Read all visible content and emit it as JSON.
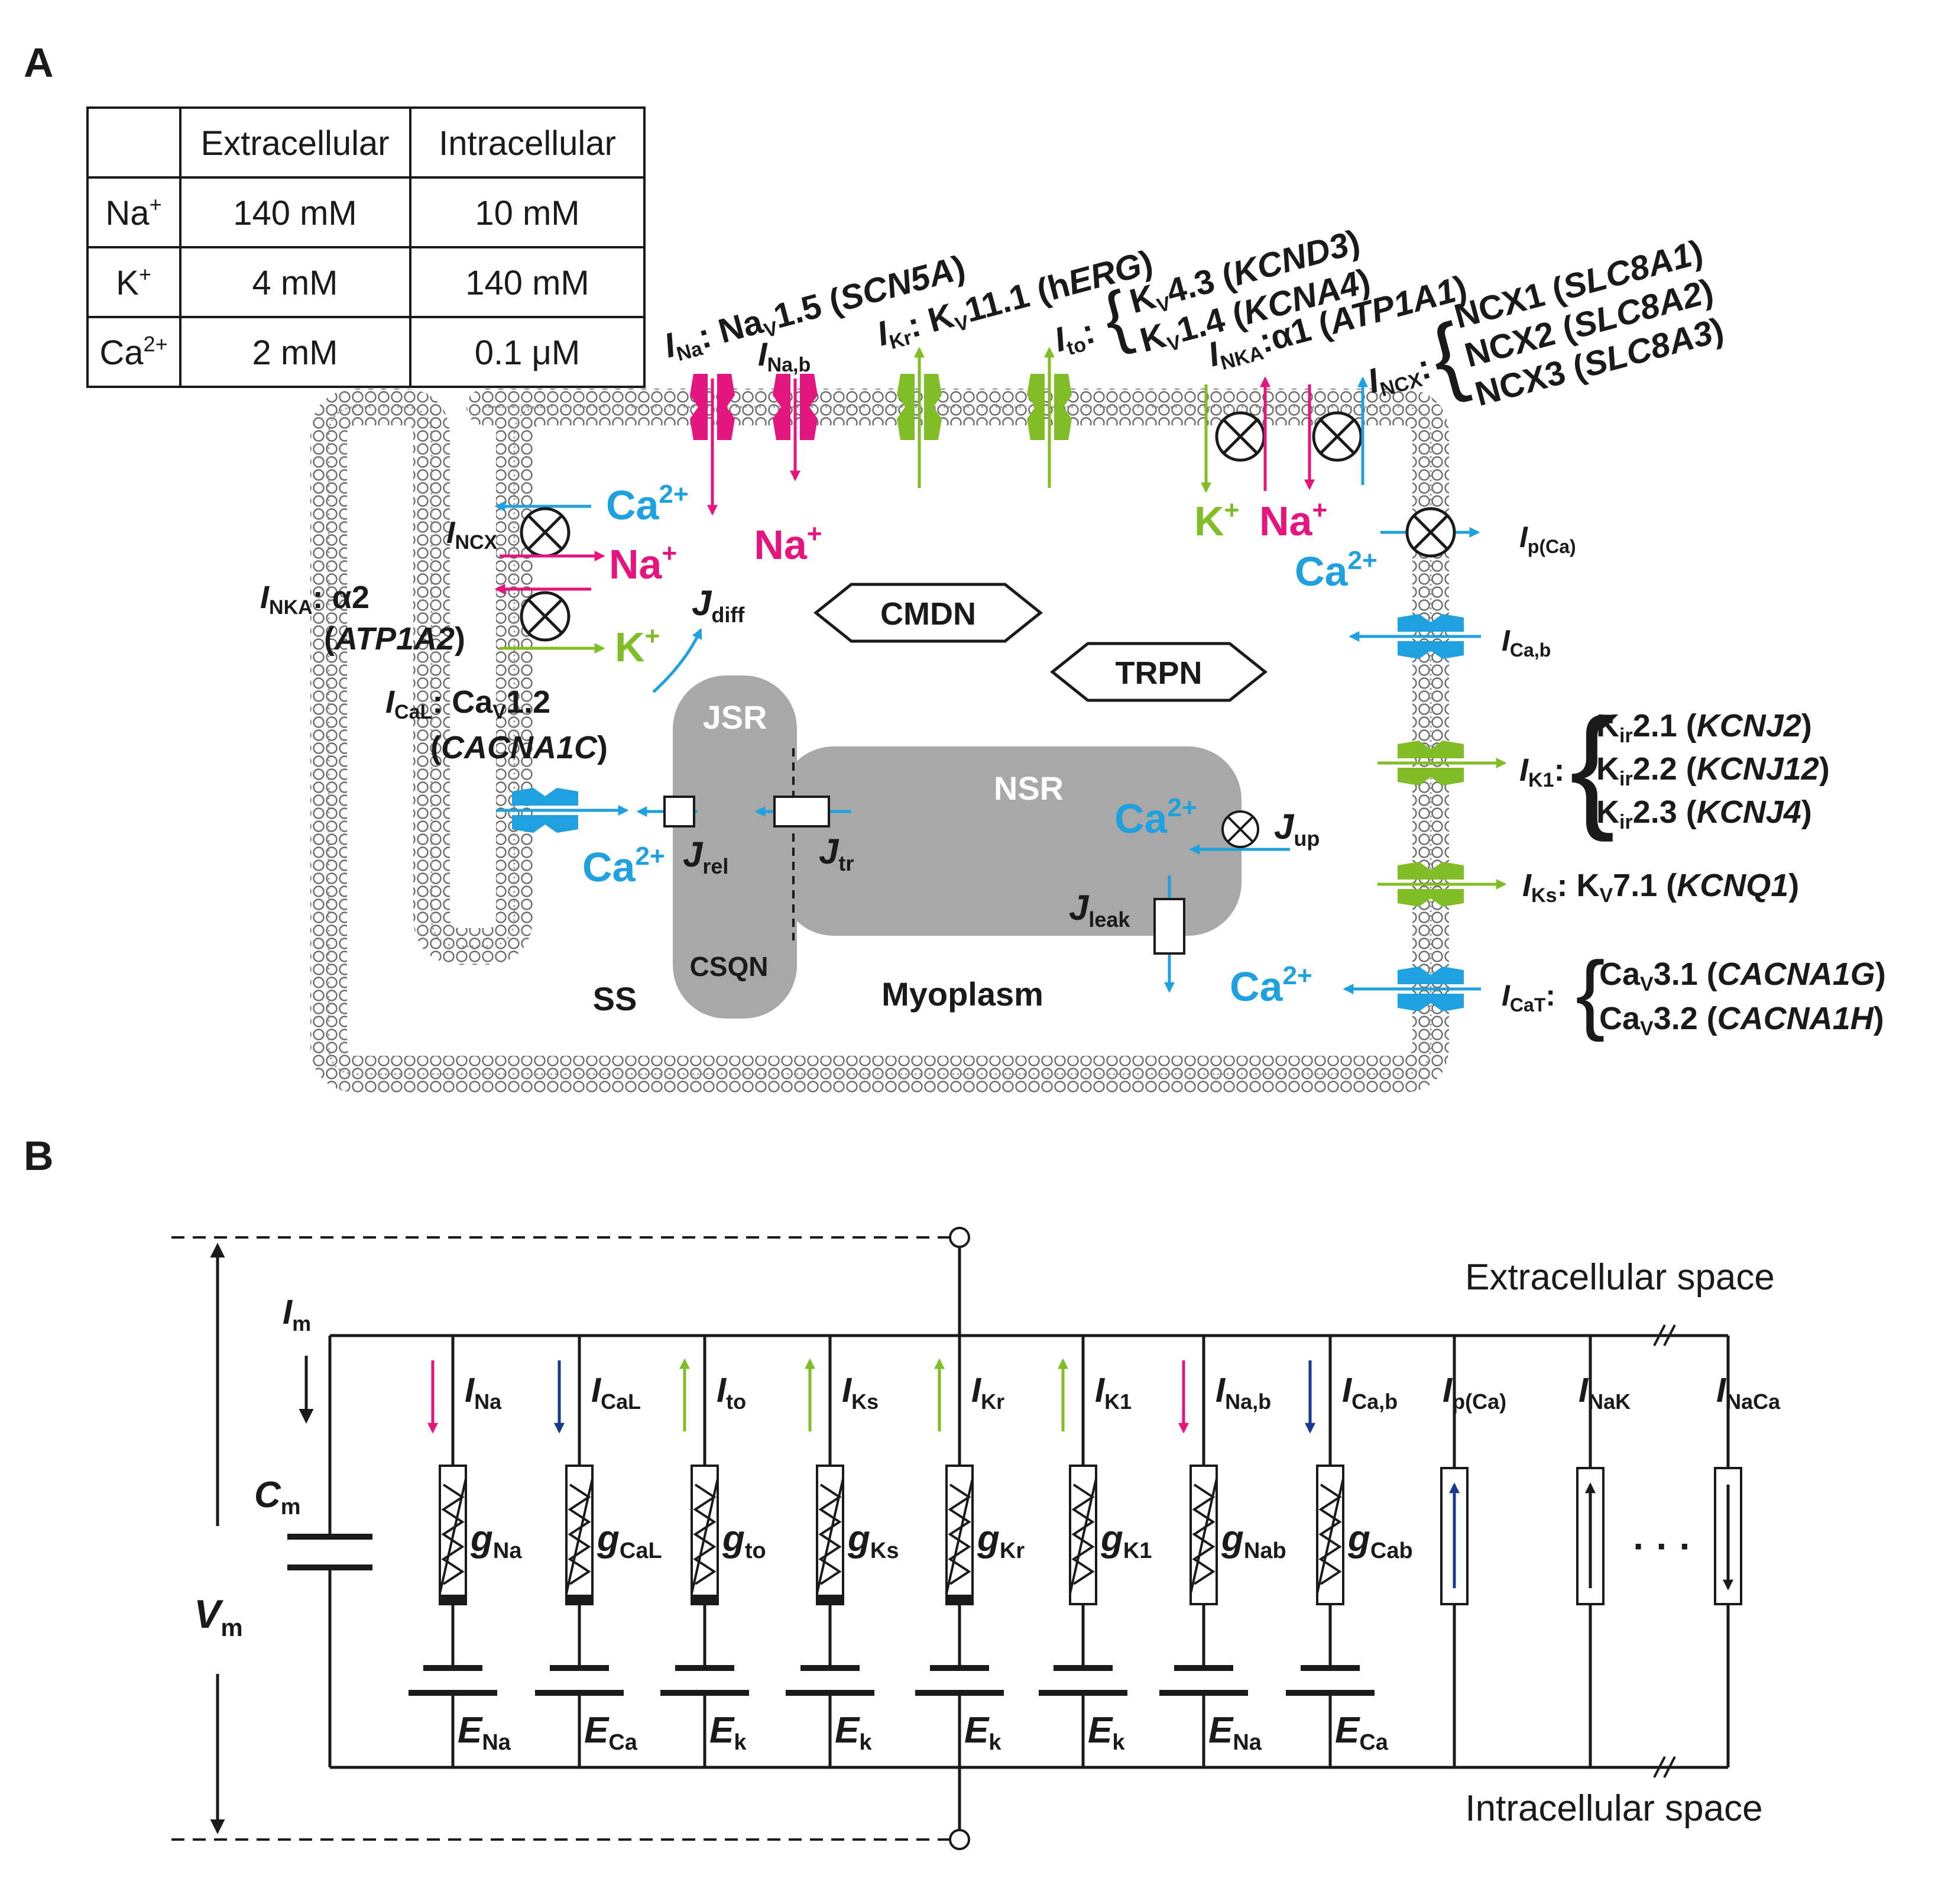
{
  "panels": {
    "a": "A",
    "b": "B"
  },
  "colors": {
    "na": "#e5157f",
    "ca": "#1fa1e0",
    "k": "#80bd26",
    "ca_dark": "#173a8f",
    "membrane": "#9a9a9a",
    "organelle": "#a8a8a8"
  },
  "table": {
    "headers": [
      "",
      "Extracellular",
      "Intracellular"
    ],
    "rows": [
      {
        "ion": "Na",
        "sup": "+",
        "ext": "140 mM",
        "int": "10 mM"
      },
      {
        "ion": "K",
        "sup": "+",
        "ext": "4 mM",
        "int": "140 mM"
      },
      {
        "ion": "Ca",
        "sup": "2+",
        "ext": "2 mM",
        "int": "0.1 μM"
      }
    ]
  },
  "labels": {
    "I": "I",
    "J": "J",
    "sep": ":",
    "comma": ",",
    "na_ion": "Na",
    "k_ion": "K",
    "ca_ion": "Ca",
    "plus": "+",
    "two_plus": "2+",
    "lbrace": "{",
    "cmdn": "CMDN",
    "trpn": "TRPN",
    "jsr": "JSR",
    "nsr": "NSR",
    "csqn": "CSQN",
    "ss": "SS",
    "myoplasm": "Myoplasm",
    "ina_sub": "Na",
    "ina_chan": ": Na",
    "ina_chan_sub": "V",
    "ina_num": "1.5 (",
    "ina_gene": "SCN5A",
    "close": ")",
    "inab_sub": "Na,b",
    "ikr_sub": "Kr",
    "ikr_chan": ": K",
    "ikr_chan_sub": "V",
    "ikr_num": "11.1 (h",
    "ikr_gene": "ERG",
    "ito_sub": "to",
    "kv43": "K",
    "kv_sub": "V",
    "kv43_num": "4.3 (",
    "kv43_gene": "KCND3",
    "kv14_num": "1.4 (",
    "kv14_gene": "KCNA4",
    "inka_sub": "NKA",
    "nka_alpha1": ":α1 (",
    "nka_gene1": "ATP1A1",
    "incx_sub": "NCX",
    "ncx1": "NCX1 (",
    "ncx1_gene": "SLC8A1",
    "ncx2": "NCX2 (",
    "ncx2_gene": "SLC8A2",
    "ncx3": "NCX3 (",
    "ncx3_gene": "SLC8A3",
    "ipca_sub": "p(Ca)",
    "icab_sub": "Ca,b",
    "ik1_sub": "K1",
    "kir": "K",
    "kir_sub": "ir",
    "kir21": "2.1 (",
    "kir21_gene": "KCNJ2",
    "kir22": "2.2 (",
    "kir22_gene": "KCNJ12",
    "kir23": "2.3 (",
    "kir23_gene": "KCNJ4",
    "iks_sub": "Ks",
    "iks_chan": ": K",
    "iks_chan_sub": "V",
    "iks_num": "7.1 (",
    "iks_gene": "KCNQ1",
    "icat_sub": "CaT",
    "cav": "Ca",
    "cav_sub": "V",
    "cav31": "3.1 (",
    "cav31_gene": "CACNA1G",
    "cav32": "3.2 (",
    "cav32_gene": "CACNA1H",
    "inka2_sub": "NKA",
    "nka_alpha2": ": α2",
    "nka_gene2": "ATP1A2",
    "open": "(",
    "ical_sub": "CaL",
    "ical_chan": ": Ca",
    "ical_chan_sub": "V",
    "ical_num": "1.2",
    "ical_gene": "CACNA1C",
    "jdiff_sub": "diff",
    "jrel_sub": "rel",
    "jtr_sub": "tr",
    "jup_sub": "up",
    "jleak_sub": "leak"
  },
  "circuit": {
    "extracellular": "Extracellular space",
    "intracellular": "Intracellular space",
    "im": "I",
    "im_sub": "m",
    "cm": "C",
    "cm_sub": "m",
    "vm": "V",
    "vm_sub": "m",
    "dots": "· · ·",
    "branches": [
      {
        "I": "I",
        "i_sub": "Na",
        "g": "g",
        "g_sub": "Na",
        "E": "E",
        "e_sub": "Na"
      },
      {
        "I": "I",
        "i_sub": "CaL",
        "g": "g",
        "g_sub": "CaL",
        "E": "E",
        "e_sub": "Ca"
      },
      {
        "I": "I",
        "i_sub": "to",
        "g": "g",
        "g_sub": "to",
        "E": "E",
        "e_sub": "k"
      },
      {
        "I": "I",
        "i_sub": "Ks",
        "g": "g",
        "g_sub": "Ks",
        "E": "E",
        "e_sub": "k"
      },
      {
        "I": "I",
        "i_sub": "Kr",
        "g": "g",
        "g_sub": "Kr",
        "E": "E",
        "e_sub": "k"
      },
      {
        "I": "I",
        "i_sub": "K1",
        "g": "g",
        "g_sub": "K1",
        "E": "E",
        "e_sub": "k"
      },
      {
        "I": "I",
        "i_sub": "Na,b",
        "g": "g",
        "g_sub": "Nab",
        "E": "E",
        "e_sub": "Na"
      },
      {
        "I": "I",
        "i_sub": "Ca,b",
        "g": "g",
        "g_sub": "Cab",
        "E": "E",
        "e_sub": "Ca"
      }
    ],
    "pumps": [
      {
        "I": "I",
        "i_sub": "p(Ca)"
      },
      {
        "I": "I",
        "i_sub": "NaK"
      },
      {
        "I": "I",
        "i_sub": "NaCa"
      }
    ]
  }
}
